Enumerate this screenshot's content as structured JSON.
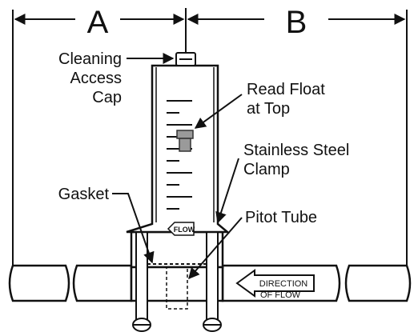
{
  "dimensions": {
    "a": "A",
    "b": "B"
  },
  "labels": {
    "cleaning_access_cap": [
      "Cleaning",
      "Access",
      "Cap"
    ],
    "read_float": [
      "Read Float",
      "at Top"
    ],
    "stainless_clamp": [
      "Stainless Steel",
      "Clamp"
    ],
    "gasket": "Gasket",
    "pitot_tube": "Pitot Tube",
    "flow_tag": "FLOW",
    "direction_of_flow": [
      "DIRECTION",
      "OF FLOW"
    ]
  },
  "colors": {
    "line": "#111111",
    "background": "#ffffff",
    "float": "#9a9a9a"
  }
}
